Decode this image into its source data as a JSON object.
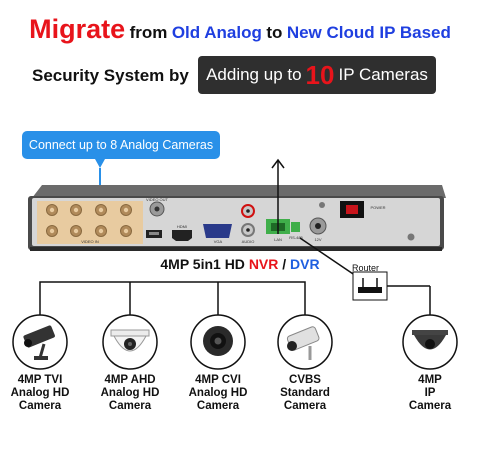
{
  "headline": {
    "word1": "Migrate",
    "word2": "from",
    "word3": "Old Analog",
    "word4": "to",
    "word5": "New Cloud IP Based"
  },
  "subline": {
    "left": "Security System by",
    "box_before": "Adding up to",
    "box_number": "10",
    "box_after": "IP Cameras"
  },
  "callout": "Connect up to 8 Analog Cameras",
  "dvr_labels": {
    "power": "POWER",
    "video_in": "VIDEO IN",
    "video_out": "VIDEO OUT",
    "hdmi": "HDMI",
    "vga": "VGA",
    "audio": "AUDIO",
    "lan": "LAN",
    "rs485": "RS-485",
    "dc": "12V"
  },
  "dvr_title": {
    "prefix": "4MP 5in1 HD",
    "nvr": "NVR",
    "sep": "/",
    "dvr": "DVR"
  },
  "router": "Router",
  "cameras": [
    {
      "line1": "4MP TVI",
      "line2": "Analog HD",
      "line3": "Camera"
    },
    {
      "line1": "4MP AHD",
      "line2": "Analog HD",
      "line3": "Camera"
    },
    {
      "line1": "4MP CVI",
      "line2": "Analog HD",
      "line3": "Camera"
    },
    {
      "line1": "CVBS",
      "line2": "Standard",
      "line3": "Camera"
    },
    {
      "line1": "4MP",
      "line2": "IP",
      "line3": "Camera"
    }
  ],
  "colors": {
    "accent_red": "#e8141b",
    "accent_blue": "#1f3fe0",
    "callout_blue": "#2990e8",
    "dark_box": "#2f2f2f",
    "bnc_panel": "#e8cba0",
    "lan_green": "#3fae4a"
  }
}
